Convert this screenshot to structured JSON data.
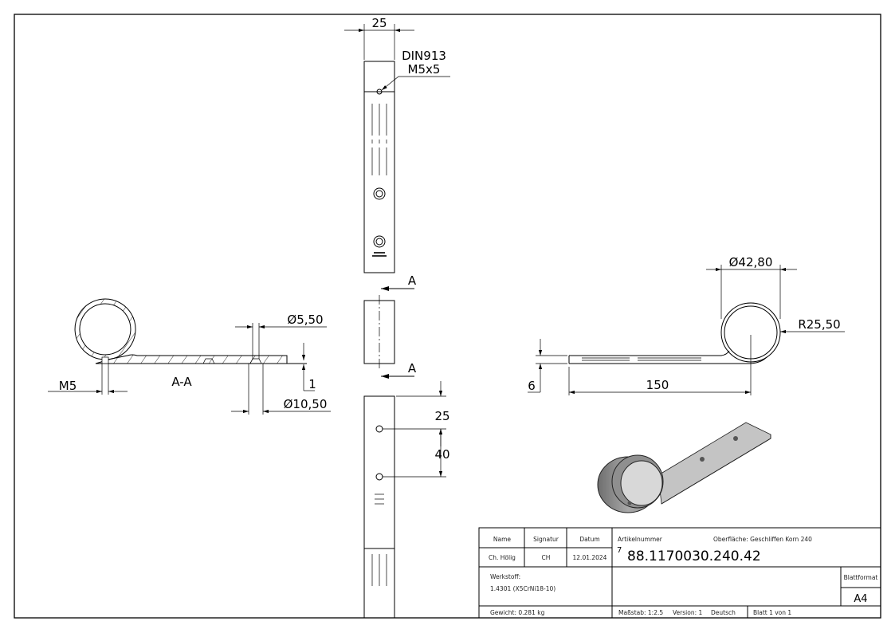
{
  "top_view": {
    "width_dim": "25",
    "callout_line1": "DIN913",
    "callout_line2": "M5x5"
  },
  "middle_view": {
    "section_label_top": "A",
    "section_label_bottom": "A"
  },
  "bottom_view": {
    "dim_edge_to_hole": "25",
    "dim_hole_spacing": "40"
  },
  "section_view": {
    "title": "A-A",
    "thread_dim": "M5",
    "hole_dim": "Ø5,50",
    "counterbore_dim": "Ø10,50",
    "depth_dim": "1"
  },
  "side_view": {
    "diameter_dim": "Ø42,80",
    "radius_dim": "R25,50",
    "length_dim": "150",
    "thickness_dim": "6"
  },
  "title_block": {
    "name_label": "Name",
    "signature_label": "Signatur",
    "date_label": "Datum",
    "name": "Ch. Hölig",
    "signature": "CH",
    "date": "12.01.2024",
    "article_label": "Artikelnummer",
    "surface": "Oberfläche:  Geschliffen Korn 240",
    "article_prefix": "7",
    "article_number": "88.1170030.240.42",
    "material_label": "Werkstoff:",
    "material": "1.4301 (X5CrNi18-10)",
    "sheet_format_label": "Blattformat",
    "sheet_format": "A4",
    "weight": "Gewicht: 0.281 kg",
    "scale": "Maßstab: 1:2.5",
    "version": "Version: 1",
    "language": "Deutsch",
    "sheet": "Blatt 1 von 1"
  }
}
